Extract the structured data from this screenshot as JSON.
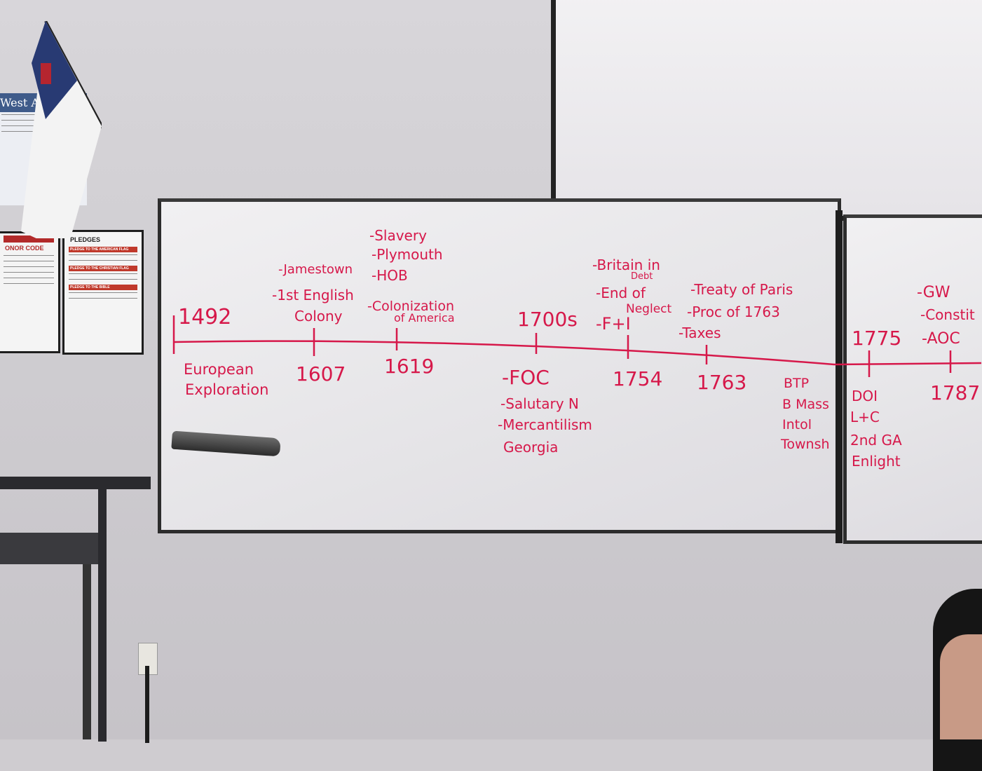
{
  "board": {
    "ink_color": "#d6184a",
    "dates": [
      {
        "id": "d1492",
        "text": "1492"
      },
      {
        "id": "d1607",
        "text": "1607"
      },
      {
        "id": "d1619",
        "text": "1619"
      },
      {
        "id": "d1700s",
        "text": "1700s"
      },
      {
        "id": "d1754",
        "text": "1754"
      },
      {
        "id": "d1763",
        "text": "1763"
      },
      {
        "id": "d1775",
        "text": "1775"
      },
      {
        "id": "d1787",
        "text": "1787"
      }
    ],
    "notes_above": {
      "n1607": [
        "-Jamestown",
        "-1st English",
        "Colony"
      ],
      "n1619": [
        "-Slavery",
        "-Plymouth",
        "-HOB",
        "-Colonization",
        "of America"
      ],
      "n1754": [
        "-Britain in",
        "Debt",
        "-End of",
        "Neglect",
        "-F+I"
      ],
      "n1763": [
        "-Treaty of Paris",
        "-Proc of 1763",
        "-Taxes"
      ],
      "n1787": [
        "-GW",
        "-Constit",
        "-AOC"
      ]
    },
    "notes_below": {
      "n1492": [
        "European",
        "Exploration"
      ],
      "n1700s": [
        "-FOC",
        "-Salutary N",
        "-Mercantilism",
        "Georgia"
      ],
      "n1770s": [
        "BTP",
        "B Mass",
        "Intol",
        "Townsh"
      ],
      "n1775": [
        "DOI",
        "L+C",
        "2nd GA",
        "Enlight"
      ]
    }
  },
  "posters": {
    "honor_code": "ONOR CODE",
    "pledges": "PLEDGES",
    "pledge_american": "PLEDGE TO THE AMERICAN FLAG",
    "pledge_christian": "PLEDGE TO THE CHRISTIAN FLAG",
    "pledge_bible": "PLEDGE TO THE BIBLE",
    "creed_title": "West A"
  }
}
